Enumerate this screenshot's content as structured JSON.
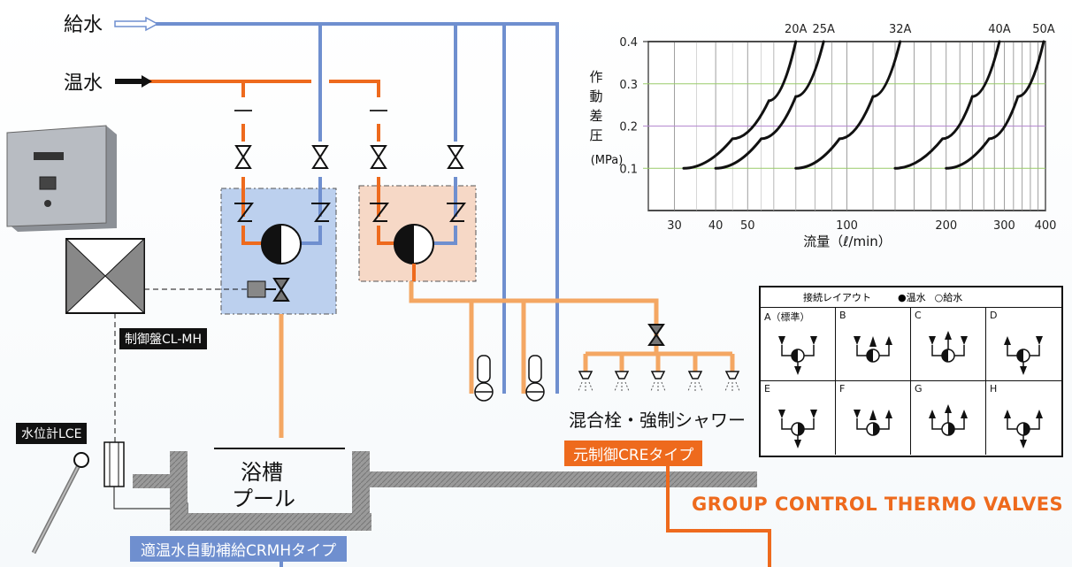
{
  "pipes": {
    "supply_label": "給水",
    "hot_label": "温水"
  },
  "labels": {
    "control_panel": "制御盤CL-MH",
    "level_meter": "水位計LCE",
    "tank_line1": "浴槽",
    "tank_line2": "プール",
    "mixer": "混合栓・強制シャワー",
    "cre_type": "元制御CREタイプ",
    "crmh_type": "適温水自動補給CRMHタイプ",
    "group_title": "GROUP CONTROL THERMO VALVES"
  },
  "layout_table": {
    "header": "接続レイアウト",
    "hot_legend": "●温水",
    "supply_legend": "○給水",
    "cells": [
      "A（標準）",
      "B",
      "C",
      "D",
      "E",
      "F",
      "G",
      "H"
    ]
  },
  "colors": {
    "hot": "#ee6a1d",
    "supply": "#6f8fcf",
    "blue_box": "#bcd0ee",
    "pink_box": "#f6d8c6",
    "grid_green": "#9acb6a",
    "grid_purple": "#b58ad0"
  },
  "chart_data": {
    "type": "line",
    "xscale": "log",
    "xlabel": "流量（ℓ/min）",
    "ylabel_chars": [
      "作",
      "動",
      "差",
      "圧"
    ],
    "yunit": "(MPa)",
    "xlim": [
      25,
      400
    ],
    "ylim": [
      0.0,
      0.4
    ],
    "xticks": [
      {
        "v": 30,
        "label": "30"
      },
      {
        "v": 40,
        "label": "40"
      },
      {
        "v": 50,
        "label": "50"
      },
      {
        "v": 100,
        "label": "100"
      },
      {
        "v": 200,
        "label": "200"
      },
      {
        "v": 300,
        "label": "300"
      },
      {
        "v": 400,
        "label": "400"
      }
    ],
    "yticks": [
      {
        "v": 0.1,
        "label": "0.1"
      },
      {
        "v": 0.2,
        "label": "0.2"
      },
      {
        "v": 0.3,
        "label": "0.3"
      },
      {
        "v": 0.4,
        "label": "0.4"
      }
    ],
    "series": [
      {
        "name": "20A",
        "points": [
          [
            32,
            0.1
          ],
          [
            45,
            0.17
          ],
          [
            58,
            0.26
          ],
          [
            70,
            0.4
          ]
        ]
      },
      {
        "name": "25A",
        "points": [
          [
            40,
            0.1
          ],
          [
            55,
            0.17
          ],
          [
            70,
            0.27
          ],
          [
            85,
            0.4
          ]
        ]
      },
      {
        "name": "32A",
        "points": [
          [
            70,
            0.1
          ],
          [
            95,
            0.17
          ],
          [
            120,
            0.27
          ],
          [
            145,
            0.4
          ]
        ]
      },
      {
        "name": "40A",
        "points": [
          [
            140,
            0.1
          ],
          [
            195,
            0.17
          ],
          [
            240,
            0.27
          ],
          [
            290,
            0.4
          ]
        ]
      },
      {
        "name": "50A",
        "points": [
          [
            200,
            0.1
          ],
          [
            270,
            0.17
          ],
          [
            330,
            0.27
          ],
          [
            395,
            0.4
          ]
        ]
      }
    ]
  }
}
